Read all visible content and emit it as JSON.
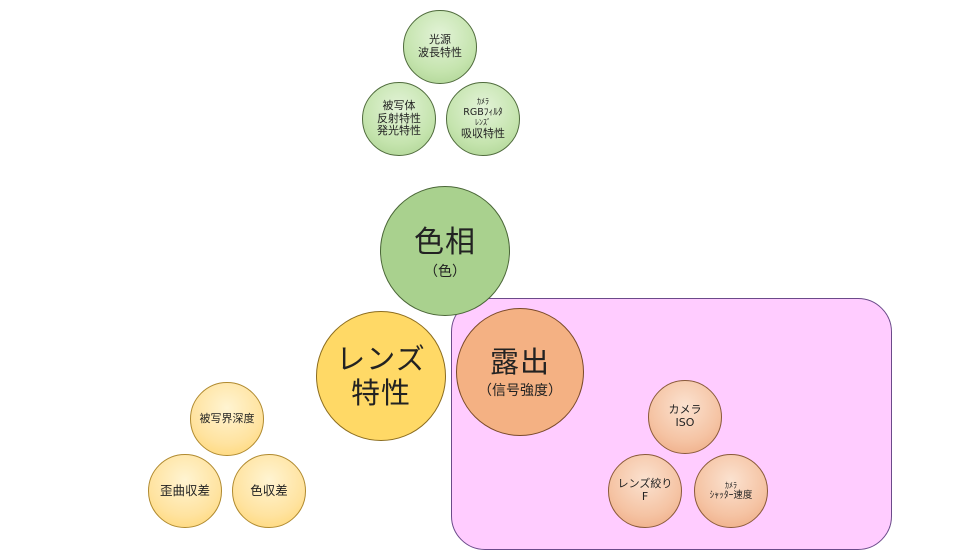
{
  "hue_group": {
    "source": {
      "line1": "光源",
      "line2": "波長特性"
    },
    "subject": {
      "line1": "被写体",
      "line2": "反射特性",
      "line3": "発光特性"
    },
    "camera": {
      "line1": "ｶﾒﾗ",
      "line2": "RGBﾌｨﾙﾀ",
      "line3": "ﾚﾝｽﾞ",
      "line4": "吸収特性"
    }
  },
  "hue": {
    "title": "色相",
    "subtitle": "（色）"
  },
  "lens": {
    "line1": "レンズ",
    "line2": "特性"
  },
  "lens_group": {
    "depth_of_field": "被写界深度",
    "distortion": "歪曲収差",
    "chromatic_aberration": "色収差"
  },
  "exposure": {
    "title": "露出",
    "subtitle": "（信号強度）"
  },
  "exposure_group": {
    "iso": {
      "line1": "カメラ",
      "line2": "ISO"
    },
    "aperture": {
      "line1": "レンズ絞り",
      "line2": "F"
    },
    "shutter": {
      "line1": "ｶﾒﾗ",
      "line2": "ｼｬｯﾀｰ速度"
    }
  },
  "colors": {
    "green": "#a9d18e",
    "yellow": "#ffd966",
    "orange": "#f4b183",
    "panel": "#ffccff"
  }
}
